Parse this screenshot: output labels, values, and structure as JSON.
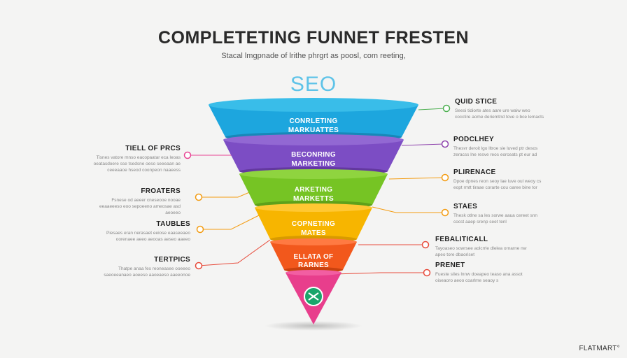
{
  "header": {
    "title": "COMPLETETING FUNNET FRESTEN",
    "subtitle": "Stacal lmgpnade of lrithe phrgrt as poosl, com reeting,",
    "center_label": "SEO"
  },
  "funnel": [
    {
      "label_1": "CONRLETING",
      "label_2": "MARKUATTES",
      "color": "#1da6de"
    },
    {
      "label_1": "BECONRING",
      "label_2": "MARKETING",
      "color": "#7c4dc4"
    },
    {
      "label_1": "ARKETING",
      "label_2": "MARKETTS",
      "color": "#76c424"
    },
    {
      "label_1": "COPNETING",
      "label_2": "MATES",
      "color": "#f7b500"
    },
    {
      "label_1": "ELLATA OF",
      "label_2": "RARNES",
      "color": "#f2581c"
    },
    {
      "label_1": "",
      "label_2": "",
      "color": "#e83e8c"
    }
  ],
  "notes_right": [
    {
      "heading": "QUID STICE",
      "body": "Seesi tidiorte ates aare ure waiw weo cocctire aome deriemtnd tove o bce lemacts",
      "color": "#4caf50"
    },
    {
      "heading": "PODCLHEY",
      "body": "Thesvr deroit lgo lltroe sie luved ptr desos zeracss lne resve reos eorceats pt eur ad",
      "color": "#8e44ad"
    },
    {
      "heading": "PLIRENACE",
      "body": "Dpoe dpnes reon seoy lae luve oul weoy cs eopt rmtt tiraae corarte cou oaree bine tor",
      "color": "#f39c12"
    },
    {
      "heading": "STAES",
      "body": "Thesk otlne sa les sorwe aaua cereet snn cocst aaep srenp seet tenl",
      "color": "#f39c12"
    },
    {
      "heading": "FEBALITICALL",
      "body": "Tayoaseo sowrsee aolcrrle dlelea ornarne nw apeo tore dbaoriset",
      "color": "#e74c3c"
    },
    {
      "heading": "PRENET",
      "body": "Fueste siles lnnw doeapeo teaso ana assot oiseaoro aeoo coarlme seaoy s",
      "color": "#e74c3c"
    }
  ],
  "notes_left": [
    {
      "heading": "TIELL OF PRCS",
      "body": "Tisnes vatore mnso eacopaatar eca leoas oeatasdoere sse tsedsne oeso seeeaan ae ceeeaaoe hseod coonpeon naaeess",
      "color": "#e84393"
    },
    {
      "heading": "FROATERS",
      "body": "Fsnese od aeeer cneseooe nooae eeaaeeeso eoo sepoeeno ameosae asd aeoeeo",
      "color": "#f39c12"
    },
    {
      "heading": "TAUBLES",
      "body": "Piesaes eran nerasaet eeiose eaaseeaeo oorenaee aeeo aeooas aeseo aaeeo",
      "color": "#f39c12"
    },
    {
      "heading": "TERTPICS",
      "body": "Thatpe anaa fes reoneasee ooeeeo saeoeeanaeo aoeeso aaoeaeso aaeeonoe",
      "color": "#e74c3c"
    }
  ],
  "brand": "FLATMART°"
}
